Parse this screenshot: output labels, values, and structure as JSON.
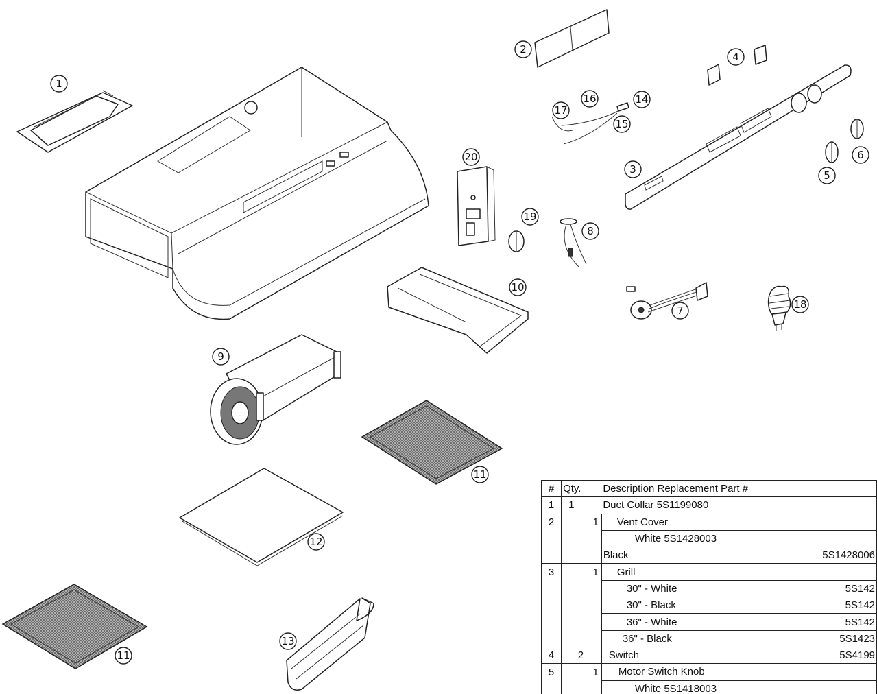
{
  "callouts": [
    {
      "id": "c1",
      "label": "1"
    },
    {
      "id": "c2",
      "label": "2"
    },
    {
      "id": "c3",
      "label": "3"
    },
    {
      "id": "c4",
      "label": "4"
    },
    {
      "id": "c5",
      "label": "5"
    },
    {
      "id": "c6",
      "label": "6"
    },
    {
      "id": "c7",
      "label": "7"
    },
    {
      "id": "c8",
      "label": "8"
    },
    {
      "id": "c9",
      "label": "9"
    },
    {
      "id": "c10",
      "label": "10"
    },
    {
      "id": "c11a",
      "label": "11"
    },
    {
      "id": "c11b",
      "label": "11"
    },
    {
      "id": "c12",
      "label": "12"
    },
    {
      "id": "c13",
      "label": "13"
    },
    {
      "id": "c14",
      "label": "14"
    },
    {
      "id": "c15",
      "label": "15"
    },
    {
      "id": "c16",
      "label": "16"
    },
    {
      "id": "c17",
      "label": "17"
    },
    {
      "id": "c18",
      "label": "18"
    },
    {
      "id": "c19",
      "label": "19"
    },
    {
      "id": "c20",
      "label": "20"
    }
  ],
  "table": {
    "header": {
      "num": "#",
      "qty": "Qty.",
      "desc": "Description  Replacement Part #"
    },
    "rows": [
      {
        "num": "1",
        "qty": "1",
        "desc": "Duct Collar  5S1199080",
        "part": ""
      },
      {
        "num": "2",
        "qty": "1",
        "desc": "Vent Cover",
        "part": ""
      },
      {
        "num": "",
        "qty": "",
        "desc": "White    5S1428003",
        "part": ""
      },
      {
        "num": "",
        "qty": "",
        "desc": "Black",
        "part": "5S1428006"
      },
      {
        "num": "3",
        "qty": "1",
        "desc": "Grill",
        "part": ""
      },
      {
        "num": "",
        "qty": "",
        "desc": "30\" - White",
        "part": "5S142"
      },
      {
        "num": "",
        "qty": "",
        "desc": "30\" - Black",
        "part": "5S142"
      },
      {
        "num": "",
        "qty": "",
        "desc": "36\" - White",
        "part": "5S142"
      },
      {
        "num": "",
        "qty": "",
        "desc": "36\" - Black",
        "part": "5S1423"
      },
      {
        "num": "4",
        "qty": "2",
        "desc": "Switch",
        "part": "5S4199"
      },
      {
        "num": "5",
        "qty": "1",
        "desc": "Motor Switch Knob",
        "part": ""
      },
      {
        "num": "",
        "qty": "",
        "desc": "White    5S1418003",
        "part": ""
      }
    ]
  }
}
